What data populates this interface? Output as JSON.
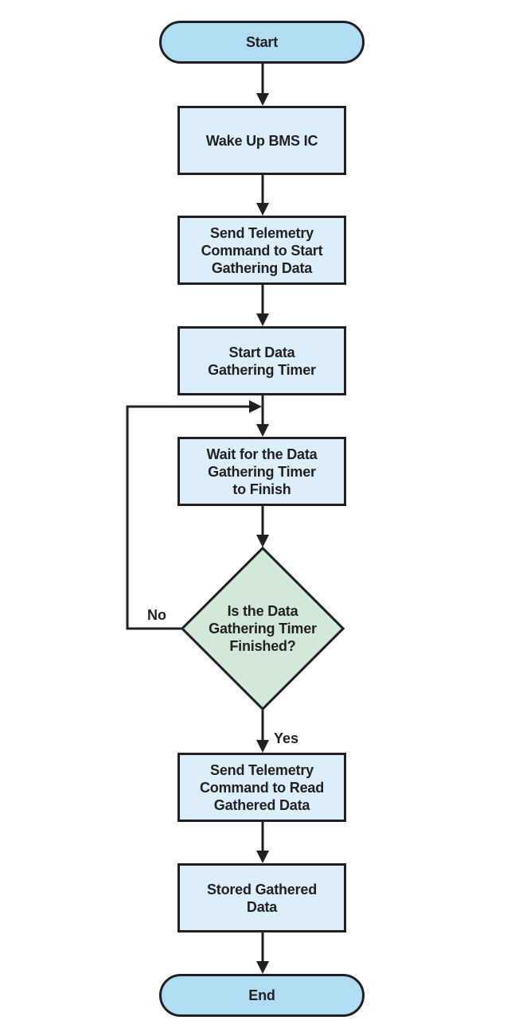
{
  "flowchart": {
    "nodes": {
      "start": {
        "shape": "terminator",
        "label": "Start"
      },
      "wake_up": {
        "shape": "process",
        "label": "Wake Up BMS IC"
      },
      "send_telemetry_start": {
        "shape": "process",
        "label": "Send Telemetry\nCommand to Start\nGathering Data"
      },
      "start_timer": {
        "shape": "process",
        "label": "Start Data\nGathering Timer"
      },
      "wait_timer": {
        "shape": "process",
        "label": "Wait for the Data\nGathering Timer\nto Finish"
      },
      "timer_finished": {
        "shape": "decision",
        "label": "Is the Data\nGathering Timer\nFinished?"
      },
      "send_telemetry_read": {
        "shape": "process",
        "label": "Send Telemetry\nCommand to Read\nGathered Data"
      },
      "stored_data": {
        "shape": "process",
        "label": "Stored Gathered\nData"
      },
      "end": {
        "shape": "terminator",
        "label": "End"
      }
    },
    "edge_labels": {
      "no": "No",
      "yes": "Yes"
    },
    "colors": {
      "terminator_fill": "#b1ddf4",
      "process_fill": "#dceefa",
      "decision_fill": "#d2e8d8",
      "stroke": "#231f20",
      "text": "#231f20",
      "background": "#ffffff"
    }
  }
}
